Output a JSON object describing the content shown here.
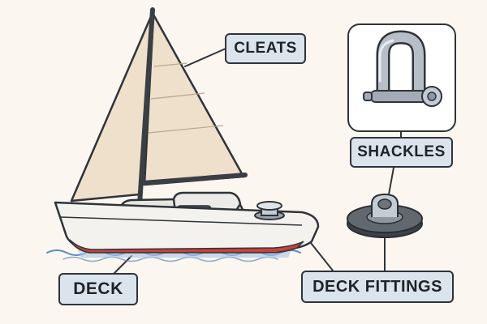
{
  "labels": {
    "cleats": "CLEATS",
    "shackles": "SHACKLES",
    "deck": "DECK",
    "deck_fittings": "DECK FITTINGS"
  },
  "icons": {
    "boat": "sailboat-icon",
    "shackle": "shackle-icon",
    "fitting": "deck-fitting-icon"
  },
  "colors": {
    "background": "#fbf6ef",
    "label_fill": "#dbe3ec",
    "outline": "#2f343a",
    "sail": "#efe0cc",
    "hull": "#f4f2ee",
    "hull_stripe": "#c5433a",
    "water": "#5b8cc0"
  }
}
